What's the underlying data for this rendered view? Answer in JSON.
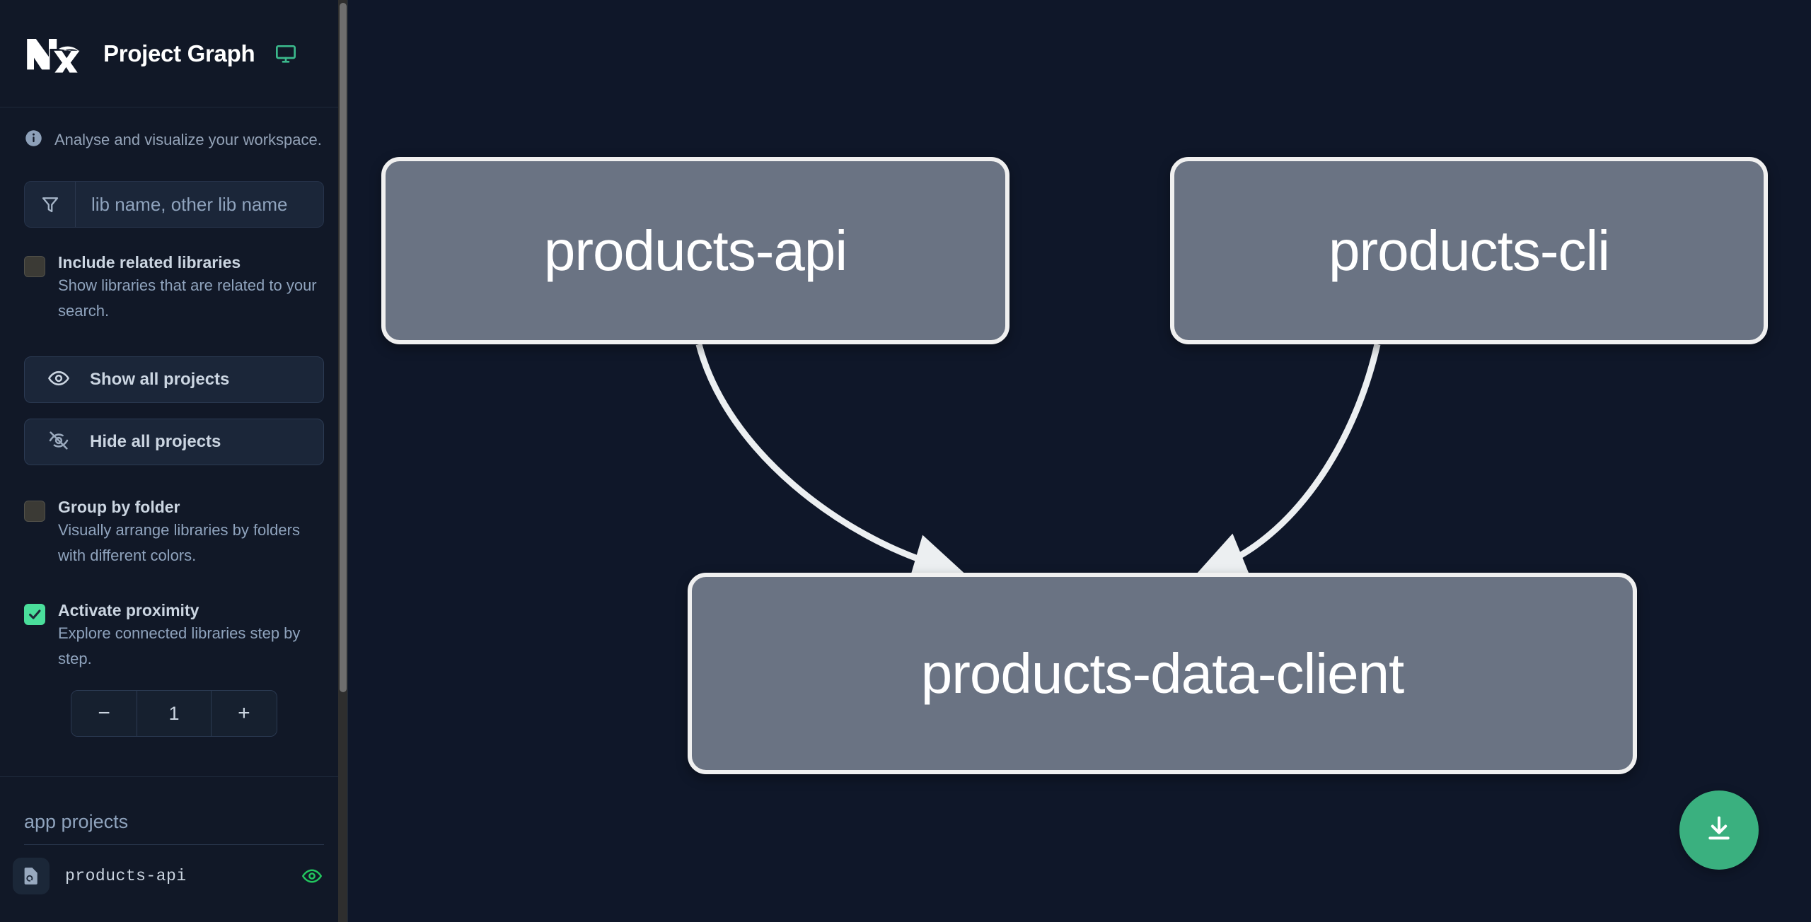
{
  "app": {
    "title": "Project Graph",
    "logo": "nx-logo",
    "display_mode_icon": "monitor-icon",
    "description": "Analyse and visualize your workspace."
  },
  "search": {
    "placeholder": "lib name, other lib name",
    "value": "",
    "icon": "filter-icon"
  },
  "options": [
    {
      "id": "include-related-libraries",
      "label": "Include related libraries",
      "description": "Show libraries that are related to your search.",
      "checked": false
    },
    {
      "id": "group-by-folder",
      "label": "Group by folder",
      "description": "Visually arrange libraries by folders with different colors.",
      "checked": false
    },
    {
      "id": "activate-proximity",
      "label": "Activate proximity",
      "description": "Explore connected libraries step by step.",
      "checked": true
    }
  ],
  "buttons": {
    "show_all": {
      "label": "Show all projects",
      "icon": "eye-icon"
    },
    "hide_all": {
      "label": "Hide all projects",
      "icon": "eye-slash-icon"
    }
  },
  "stepper": {
    "decrement_label": "−",
    "value": "1",
    "increment_label": "+"
  },
  "projects_section": {
    "header": "app projects",
    "items": [
      {
        "name": "products-api",
        "icon": "document-search-icon",
        "visibility_icon": "eye-icon",
        "visible": true
      }
    ]
  },
  "graph": {
    "nodes": [
      {
        "id": "products-api",
        "label": "products-api"
      },
      {
        "id": "products-cli",
        "label": "products-cli"
      },
      {
        "id": "products-data-client",
        "label": "products-data-client"
      }
    ],
    "edges": [
      {
        "from": "products-api",
        "to": "products-data-client"
      },
      {
        "from": "products-cli",
        "to": "products-data-client"
      }
    ],
    "download_button": {
      "icon": "download-icon",
      "label": ""
    }
  },
  "colors": {
    "background": "#0f1729",
    "sidebar": "#111827",
    "accent_green": "#4ade9b",
    "fab_green": "#3ab07f",
    "node_fill": "#6a7383",
    "node_border": "#f0f0f0",
    "text_primary": "#cbd5e1",
    "text_muted": "#8fa3bd"
  }
}
